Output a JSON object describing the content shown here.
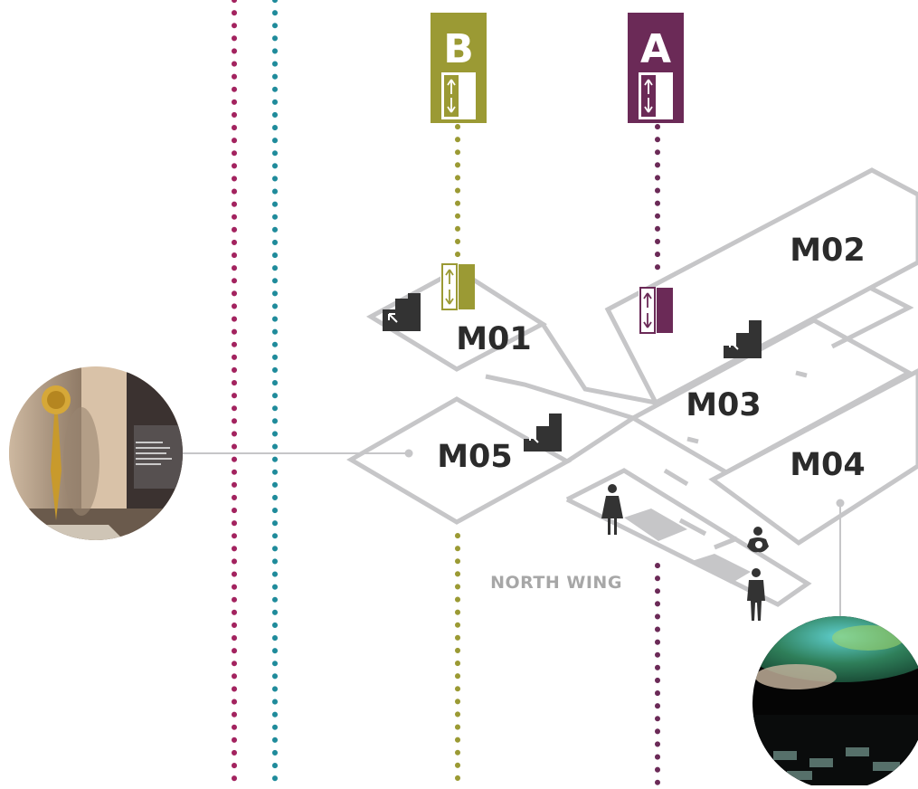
{
  "map": {
    "rooms": [
      "M01",
      "M02",
      "M03",
      "M04",
      "M05"
    ],
    "wing_label": "NORTH WING",
    "lifts": [
      {
        "letter": "B",
        "color": "#9b9a34",
        "icon": "lift-icon"
      },
      {
        "letter": "A",
        "color": "#6b2a57",
        "icon": "lift-icon"
      }
    ],
    "colors": {
      "floor_outline": "#c6c6c8",
      "route_magenta": "#a3235f",
      "route_teal": "#1f8b9b",
      "route_olive": "#9b9a34",
      "route_purple": "#6b2a57",
      "stair_icon": "#333333",
      "amenity_icon": "#333333"
    },
    "icons": [
      "stairs-icon",
      "lift-icon",
      "womens-restroom-icon",
      "mens-restroom-icon",
      "baby-change-icon"
    ],
    "photos": [
      "gallery-sculpture-photo",
      "immersive-projection-photo"
    ]
  }
}
